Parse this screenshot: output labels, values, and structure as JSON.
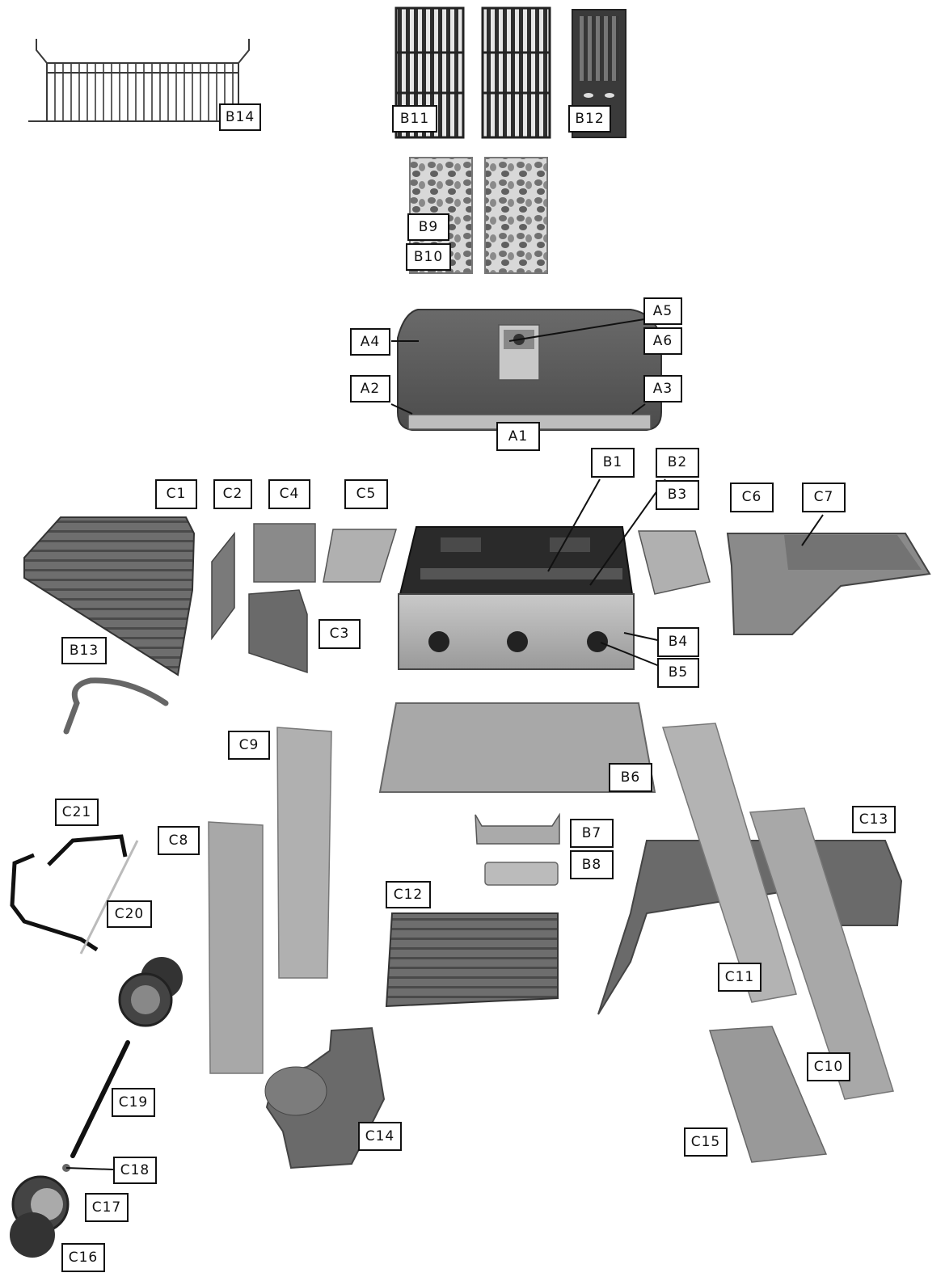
{
  "labels": {
    "B14": "B14",
    "B11": "B11",
    "B12": "B12",
    "B9": "B9",
    "B10": "B10",
    "A5": "A5",
    "A6": "A6",
    "A4": "A4",
    "A2": "A2",
    "A3": "A3",
    "A1": "A1",
    "B1": "B1",
    "B2": "B2",
    "B3": "B3",
    "C1": "C1",
    "C2": "C2",
    "C4": "C4",
    "C5": "C5",
    "C6": "C6",
    "C7": "C7",
    "C3": "C3",
    "B4": "B4",
    "B5": "B5",
    "B13": "B13",
    "C9": "C9",
    "B6": "B6",
    "C21": "C21",
    "C8": "C8",
    "B7": "B7",
    "B8": "B8",
    "C13": "C13",
    "C12": "C12",
    "C20": "C20",
    "C11": "C11",
    "C10": "C10",
    "C19": "C19",
    "C14": "C14",
    "C15": "C15",
    "C18": "C18",
    "C17": "C17",
    "C16": "C16"
  },
  "colors": {
    "outline": "#111111",
    "metal_dark": "#3a3a3a",
    "metal_mid": "#7d7d7d",
    "metal_light": "#b8b8b8",
    "wood": "#6e6e6e",
    "panel": "#a9a9a9"
  }
}
